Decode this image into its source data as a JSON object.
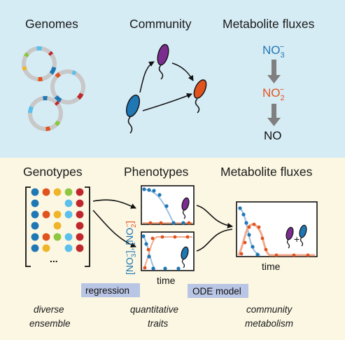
{
  "colors": {
    "top_panel_bg": "#d6ecf5",
    "bottom_panel_bg": "#fbf7e3",
    "nitrate": "#1f77b4",
    "nitrite": "#e0531f",
    "community_purple": "#7b2c8f",
    "tag_bg": "#b9c5e4",
    "arrow_gray": "#7f7f7f"
  },
  "top": {
    "genomes_title": "Genomes",
    "community_title": "Community",
    "fluxes_title": "Metabolite fluxes",
    "no3_main": "NO",
    "no3_sub": "3",
    "no3_sup": "−",
    "no2_main": "NO",
    "no2_sub": "2",
    "no2_sup": "−",
    "no_label": "NO"
  },
  "bottom": {
    "genotypes_title": "Genotypes",
    "phenotypes_title": "Phenotypes",
    "fluxes_title": "Metabolite fluxes",
    "ellipsis": "...",
    "ylabel_no3": "[NO",
    "ylabel_no3_sub": "3",
    "ylabel_no3_sup": "−",
    "ylabel_sep": "], [NO",
    "ylabel_no2_sub": "2",
    "ylabel_no2_sup": "−",
    "ylabel_end": "]",
    "time_label_left": "time",
    "time_label_right": "time",
    "regression_tag": "regression",
    "ode_tag": "ODE model",
    "plus": "+",
    "cap1_line1": "diverse",
    "cap1_line2": "ensemble",
    "cap2_line1": "quantitative",
    "cap2_line2": "traits",
    "cap3_line1": "community",
    "cap3_line2": "metabolism"
  },
  "genotype_matrix": [
    [
      "#1f77b4",
      "#e0531f",
      "#f0b429",
      "#8dc63f",
      "#c0272d"
    ],
    [
      "#1f77b4",
      "",
      "",
      "#5bc0eb",
      "#c0272d"
    ],
    [
      "#1f77b4",
      "#e0531f",
      "#f0b429",
      "#5bc0eb",
      "#c0272d"
    ],
    [
      "#1f77b4",
      "",
      "#f0b429",
      "",
      "#c0272d"
    ],
    [
      "#1f77b4",
      "#e0531f",
      "#8dc63f",
      "#5bc0eb",
      "#c0272d"
    ],
    [
      "#1f77b4",
      "#f0b429",
      "",
      "#5bc0eb",
      "#c0272d"
    ]
  ]
}
